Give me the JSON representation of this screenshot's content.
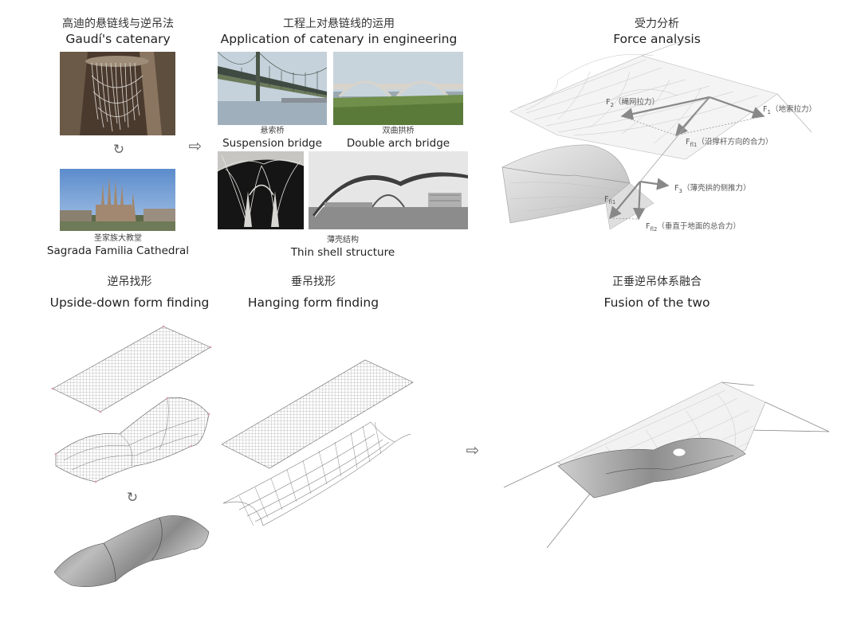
{
  "sections": {
    "gaudi": {
      "zh": "高迪的悬链线与逆吊法",
      "en": "Gaudí's catenary"
    },
    "application": {
      "zh": "工程上对悬链线的运用",
      "en": "Application of catenary in engineering"
    },
    "force": {
      "zh": "受力分析",
      "en": "Force analysis"
    },
    "upside": {
      "zh": "逆吊找形",
      "en": "Upside-down form finding"
    },
    "hanging": {
      "zh": "垂吊找形",
      "en": "Hanging form finding"
    },
    "fusion": {
      "zh": "正垂逆吊体系融合",
      "en": "Fusion of the two"
    }
  },
  "captions": {
    "sagrada": {
      "zh": "圣家族大教堂",
      "en": "Sagrada Familia Cathedral"
    },
    "suspension": {
      "zh": "悬索桥",
      "en": "Suspension bridge"
    },
    "double_arch": {
      "zh": "双曲拱桥",
      "en": "Double arch bridge"
    },
    "thin_shell": {
      "zh": "薄壳结构",
      "en": "Thin shell structure"
    }
  },
  "symbols": {
    "rotate": "↻",
    "arrow": "⇨"
  },
  "forces": {
    "f2": {
      "sym": "F",
      "sub": "2",
      "text": "（绳网拉力）"
    },
    "f1": {
      "sym": "F",
      "sub": "1",
      "text": "（地索拉力）"
    },
    "fb1": {
      "sym": "F",
      "sub": "fl1",
      "text": "（沿撑杆方向的合力）"
    },
    "f3": {
      "sym": "F",
      "sub": "3",
      "text": "（薄壳拱的侧推力）"
    },
    "fb1b": {
      "sym": "F",
      "sub": "fl1",
      "text": ""
    },
    "fb2": {
      "sym": "F",
      "sub": "fl2",
      "text": "（垂直于地面的总合力）"
    }
  },
  "colors": {
    "arrow": "#888888",
    "mesh": "#777777",
    "surface": "#9a9a9a"
  }
}
